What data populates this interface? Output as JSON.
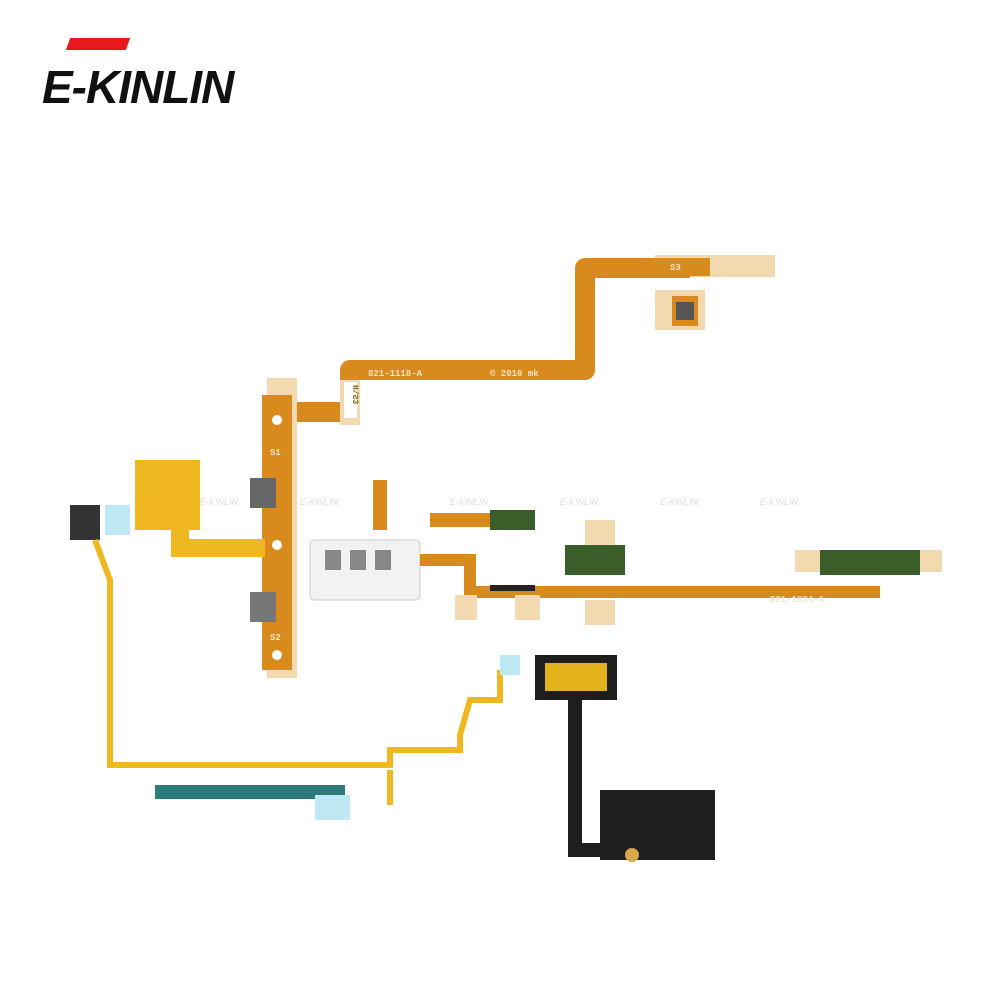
{
  "logo": {
    "text": "E-KINLIN",
    "accent_color": "#e8191c",
    "text_color": "#111111"
  },
  "product_labels": {
    "part_top": "821-1118-A",
    "copyright": "© 2010 mk",
    "part_middle": "821-1024-A",
    "side_code": "H/Ƨ3",
    "switch_1": "S1",
    "switch_2": "S2",
    "switch_3": "S3"
  },
  "watermark": "E-KINLIN",
  "colors": {
    "flex_orange": "#d98a1c",
    "flex_yellow": "#f0b820",
    "black_cable": "#1e1e1e",
    "jack_white": "#f2f2f2",
    "stiffener": "#f3d9b0"
  }
}
